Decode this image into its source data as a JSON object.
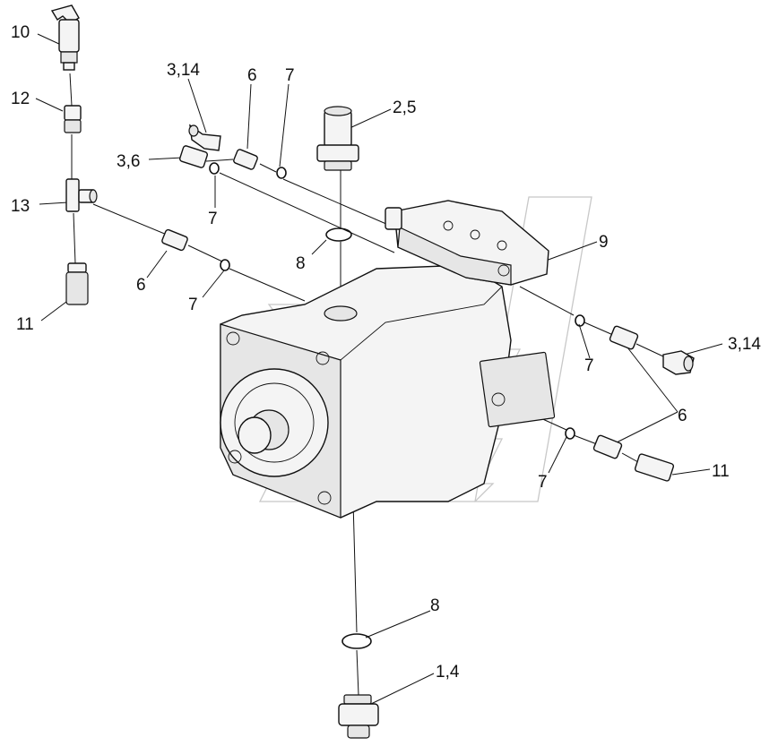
{
  "callouts": [
    {
      "id": "c10",
      "text": "10"
    },
    {
      "id": "c12",
      "text": "12"
    },
    {
      "id": "c13",
      "text": "13"
    },
    {
      "id": "c11a",
      "text": "11"
    },
    {
      "id": "c314a",
      "text": "3,14"
    },
    {
      "id": "c6a",
      "text": "6"
    },
    {
      "id": "c7a",
      "text": "7"
    },
    {
      "id": "c36",
      "text": "3,6"
    },
    {
      "id": "c7b",
      "text": "7"
    },
    {
      "id": "c25",
      "text": "2,5"
    },
    {
      "id": "c8a",
      "text": "8"
    },
    {
      "id": "c6b",
      "text": "6"
    },
    {
      "id": "c7c",
      "text": "7"
    },
    {
      "id": "c9",
      "text": "9"
    },
    {
      "id": "c314b",
      "text": "3,14"
    },
    {
      "id": "c7d",
      "text": "7"
    },
    {
      "id": "c6c",
      "text": "6"
    },
    {
      "id": "c7e",
      "text": "7"
    },
    {
      "id": "c11b",
      "text": "11"
    },
    {
      "id": "c8b",
      "text": "8"
    },
    {
      "id": "c14",
      "text": "1,4"
    }
  ]
}
